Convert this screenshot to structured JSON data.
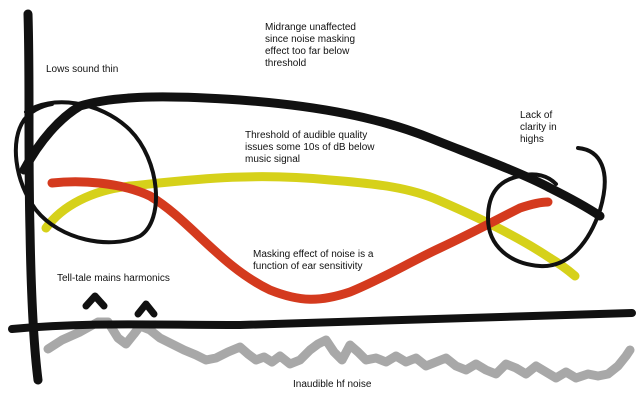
{
  "annotations": {
    "lows": "Lows sound thin",
    "midrange": "Midrange unaffected since noise masking effect too far below threshold",
    "clarity": "Lack of clarity in highs",
    "threshold": "Threshold of audible quality issues some 10s of dB below music signal",
    "masking": "Masking effect of noise is a function of ear sensitivity",
    "mains": "Tell-tale mains harmonics",
    "hf": "Inaudible hf noise"
  },
  "colors": {
    "ink": "#111111",
    "music_signal": "#111111",
    "threshold_curve": "#d6d11a",
    "masking_curve": "#d43a1e",
    "noise_floor": "#a8a8a8",
    "background": "#ffffff"
  },
  "curves": [
    "music-signal-curve",
    "threshold-curve",
    "masking-curve",
    "noise-floor-curve"
  ]
}
